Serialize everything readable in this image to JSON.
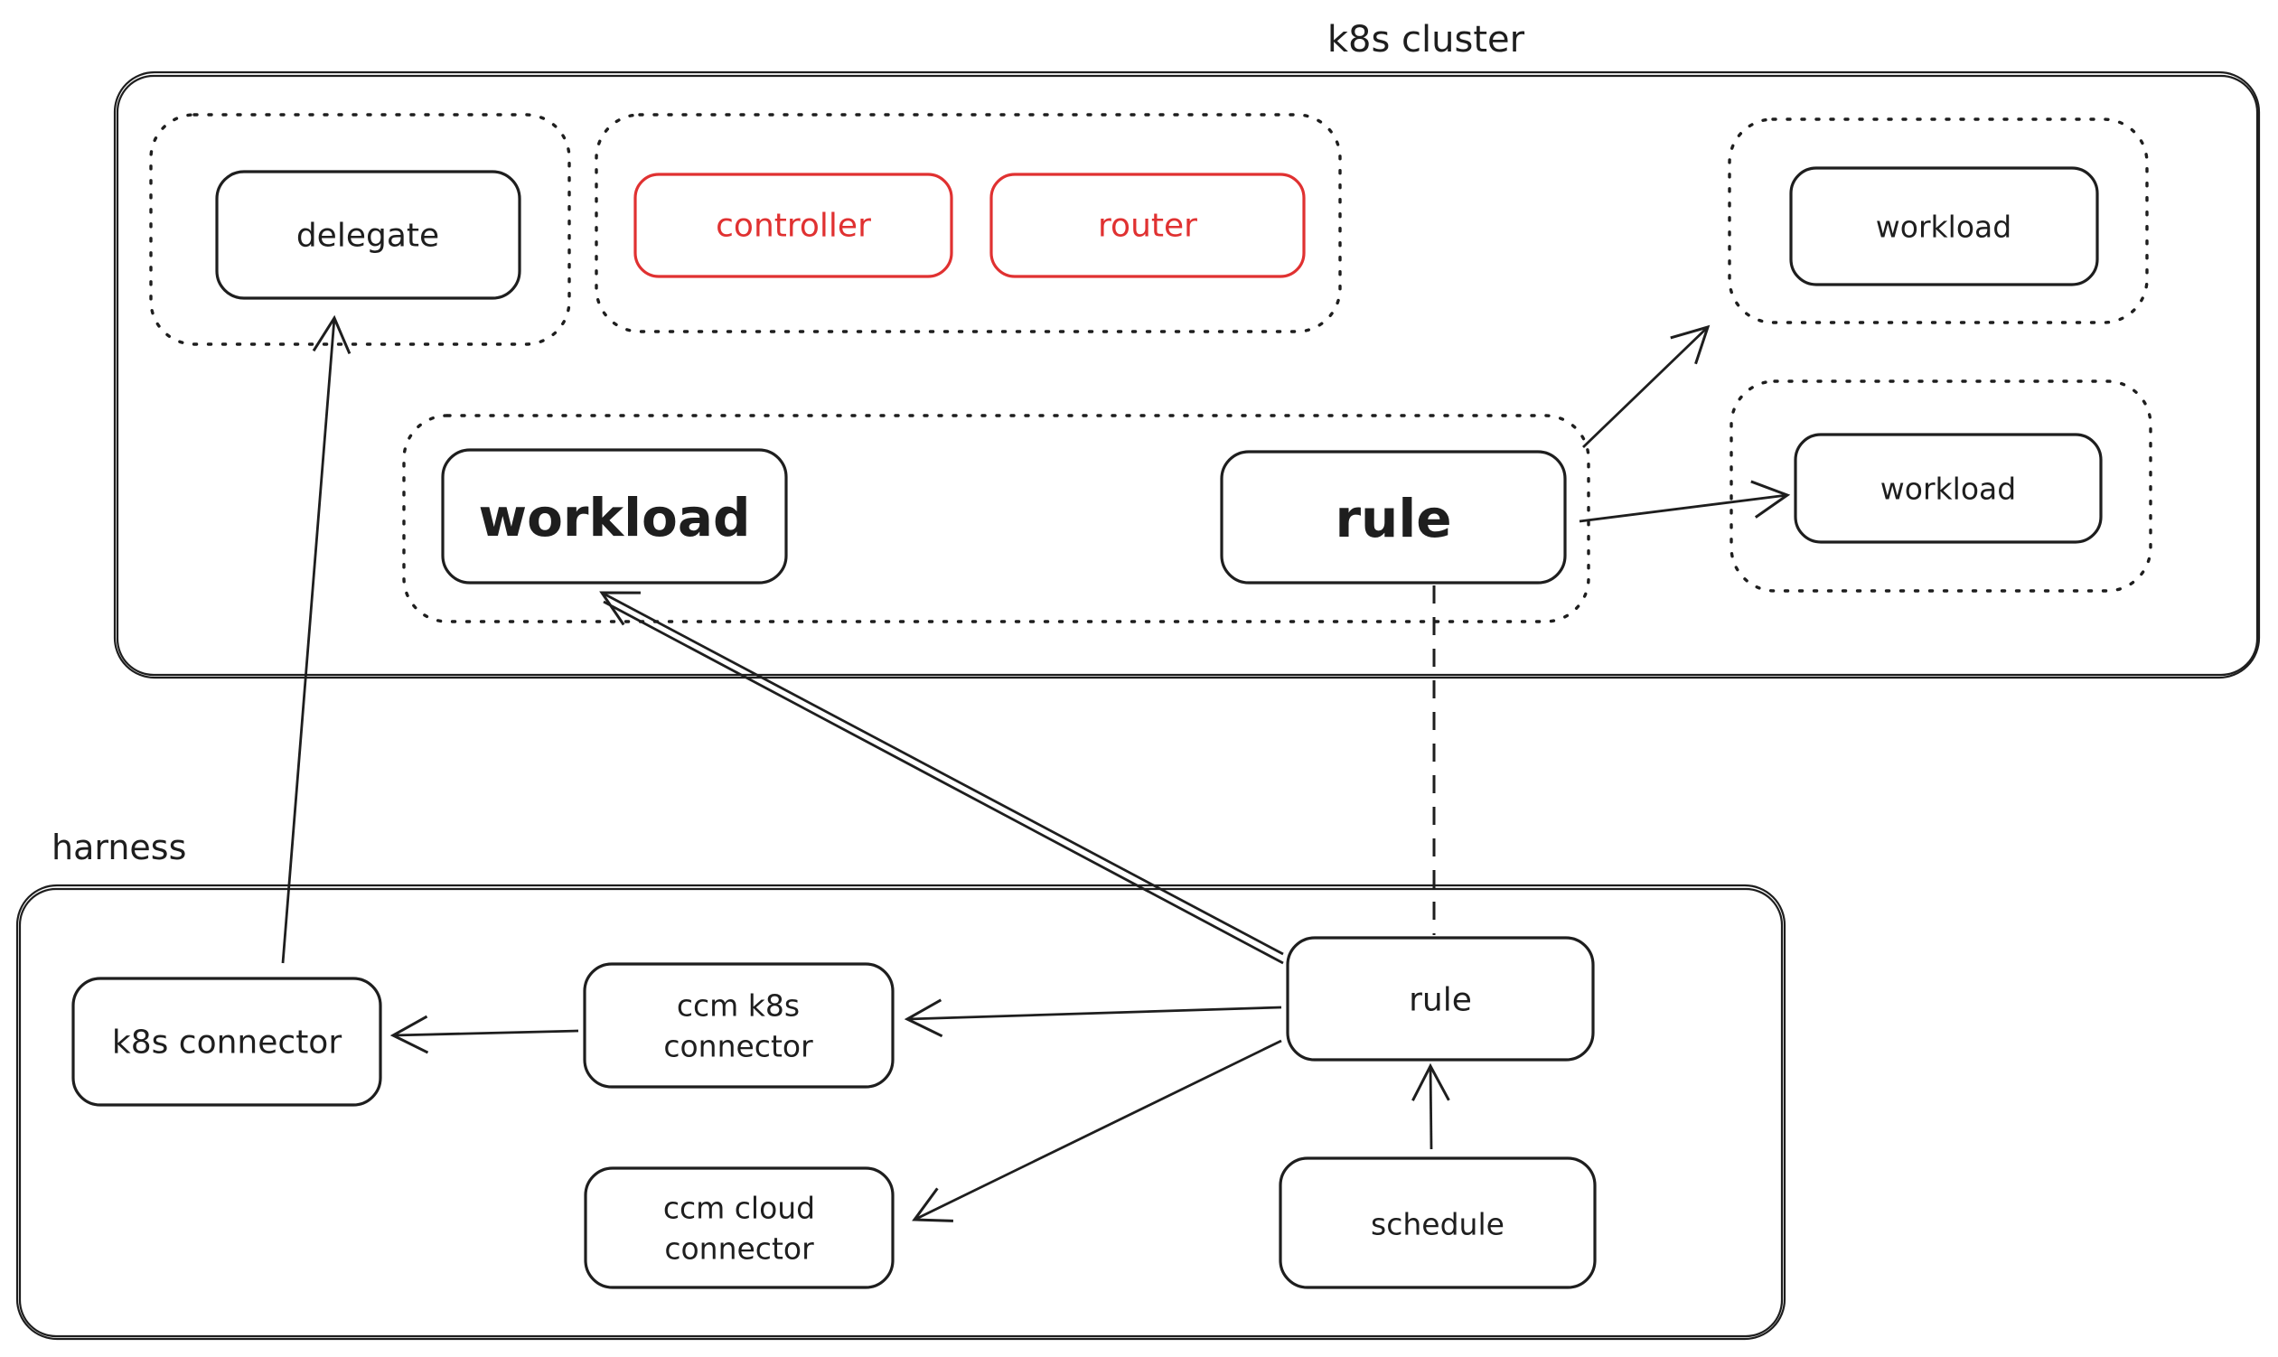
{
  "diagram": {
    "background_color": "#ffffff",
    "stroke_color": "#1e1e1e",
    "accent_color": "#e03131",
    "clusters": {
      "k8s_cluster": {
        "label": "k8s cluster"
      },
      "harness": {
        "label": "harness"
      }
    },
    "nodes": {
      "delegate": {
        "label": "delegate"
      },
      "controller": {
        "label": "controller"
      },
      "router": {
        "label": "router"
      },
      "workload_top_right": {
        "label": "workload"
      },
      "workload_main": {
        "label": "workload"
      },
      "rule_cluster": {
        "label": "rule"
      },
      "workload_mid_right": {
        "label": "workload"
      },
      "k8s_connector": {
        "label": "k8s connector"
      },
      "ccm_k8s_connector": {
        "line1": "ccm k8s",
        "line2": "connector"
      },
      "ccm_cloud_connector": {
        "line1": "ccm cloud",
        "line2": "connector"
      },
      "rule_harness": {
        "label": "rule"
      },
      "schedule": {
        "label": "schedule"
      }
    }
  }
}
